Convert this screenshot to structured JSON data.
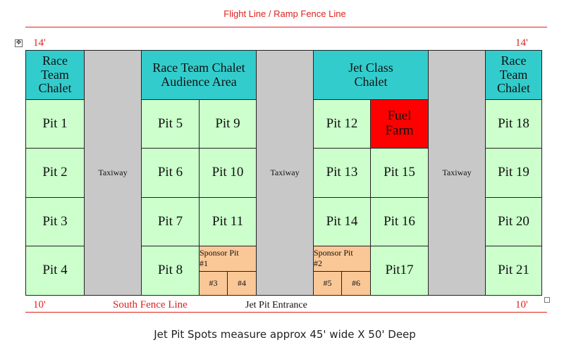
{
  "top_label": "Flight Line / Ramp Fence Line",
  "dim_top_left": "14'",
  "dim_top_right": "14'",
  "dim_bottom_left": "10'",
  "dim_bottom_right": "10'",
  "south_fence": "South Fence Line",
  "entrance": "Jet Pit Entrance",
  "caption": "Jet Pit Spots measure approx 45' wide X 50' Deep",
  "colors": {
    "pit": "#ccffcc",
    "chalet": "#33cccc",
    "taxiway": "#c8c8c8",
    "fuel": "#ff0000",
    "sponsor": "#fac797",
    "fence_line": "#e0201c"
  },
  "icons": {
    "move_handle": "move-cross-icon",
    "resize_handle": "resize-square-icon"
  },
  "chalets": {
    "left": "Race Team Chalet",
    "center": "Race Team Chalet Audience Area",
    "jet": "Jet Class Chalet",
    "right": "Race Team Chalet"
  },
  "taxiways": [
    "Taxiway",
    "Taxiway",
    "Taxiway"
  ],
  "fuel_farm": "Fuel Farm",
  "pits": {
    "p1": "Pit 1",
    "p2": "Pit 2",
    "p3": "Pit 3",
    "p4": "Pit 4",
    "p5": "Pit 5",
    "p6": "Pit 6",
    "p7": "Pit 7",
    "p8": "Pit 8",
    "p9": "Pit 9",
    "p10": "Pit 10",
    "p11": "Pit 11",
    "p12": "Pit 12",
    "p13": "Pit 13",
    "p14": "Pit 14",
    "p15": "Pit 15",
    "p16": "Pit 16",
    "p17": "Pit17",
    "p18": "Pit 18",
    "p19": "Pit 19",
    "p20": "Pit 20",
    "p21": "Pit 21"
  },
  "sponsor1": {
    "title": "Sponsor Pit",
    "num": "#1",
    "a": "#3",
    "b": "#4"
  },
  "sponsor2": {
    "title": "Sponsor Pit",
    "num": "#2",
    "a": "#5",
    "b": "#6"
  }
}
